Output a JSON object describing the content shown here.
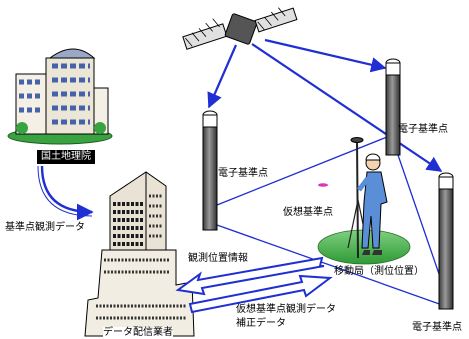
{
  "labels": {
    "gsi": "国土地理院",
    "base_obs": "基準点観測データ",
    "cors_1": "電子基準点",
    "cors_2": "電子基準点",
    "cors_3": "電子基準点",
    "virtual": "仮想基準点",
    "obs_pos": "観測位置情報",
    "rover": "移動局（測位位置）",
    "vrs_data": "仮想基準点観測データ",
    "correction": "補正データ",
    "provider": "データ配信業者"
  },
  "colors": {
    "arrow": "#1f2fd1",
    "ground": "#3cab3c",
    "marker": "#d63bb5",
    "tree": "#3aa341"
  },
  "icons": [
    "satellite-icon",
    "office-building-icon",
    "tower-building-icon",
    "antenna-pillar-icon",
    "surveyor-icon"
  ]
}
